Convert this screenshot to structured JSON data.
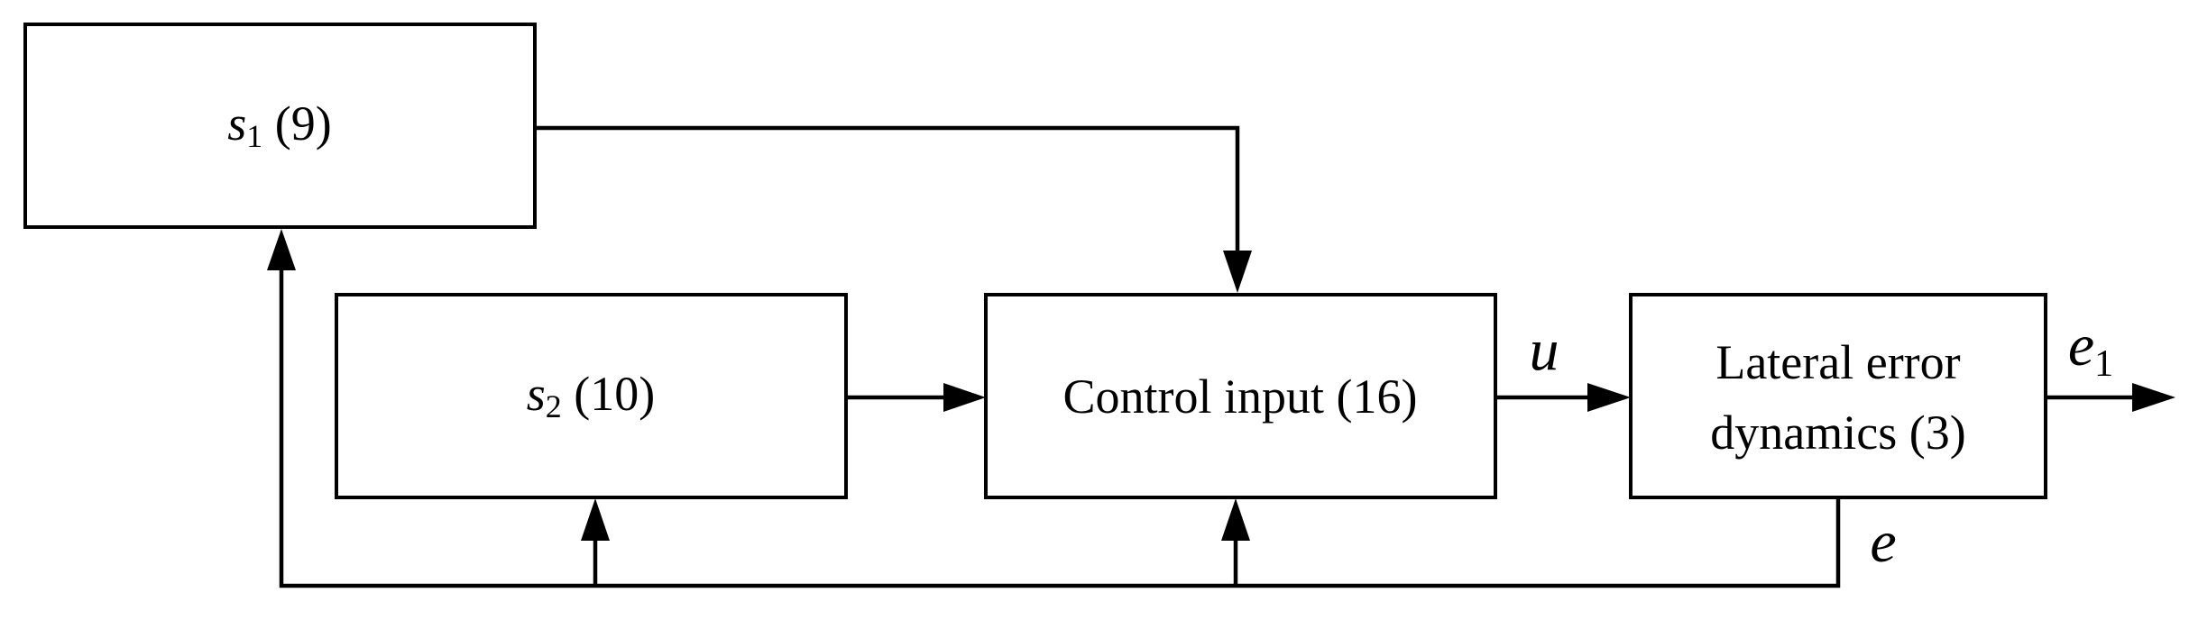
{
  "blocks": {
    "s1": {
      "var": "s",
      "sub": "1",
      "ref": " (9)"
    },
    "s2": {
      "var": "s",
      "sub": "2",
      "ref": " (10)"
    },
    "control": {
      "label": "Control input (16)"
    },
    "lateral": {
      "line1": "Lateral error",
      "line2": "dynamics (3)"
    }
  },
  "signals": {
    "u": "u",
    "e": "e",
    "e1": {
      "var": "e",
      "sub": "1"
    }
  }
}
